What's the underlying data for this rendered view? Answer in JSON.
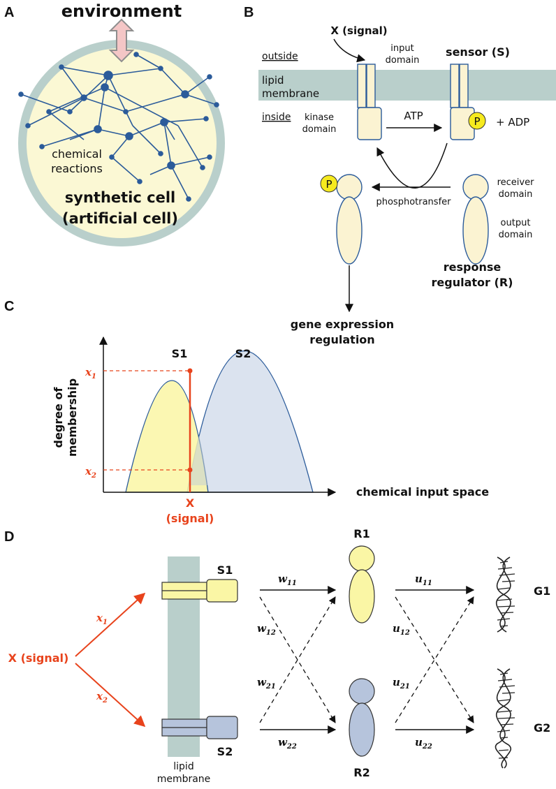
{
  "panel_labels": {
    "a": "A",
    "b": "B",
    "c": "C",
    "d": "D"
  },
  "panel_a": {
    "environment": "environment",
    "chemical_reactions": [
      "chemical",
      "reactions"
    ],
    "cell_title": [
      "synthetic cell",
      "(artificial cell)"
    ]
  },
  "panel_b": {
    "signal": "X (signal)",
    "outside": "outside",
    "inside": "inside",
    "lipid_membrane": [
      "lipid",
      "membrane"
    ],
    "input_domain": [
      "input",
      "domain"
    ],
    "kinase_domain": [
      "kinase",
      "domain"
    ],
    "sensor": "sensor (S)",
    "atp": "ATP",
    "adp": "+ ADP",
    "phospho": "P",
    "phosphotransfer": "phosphotransfer",
    "receiver_domain": [
      "receiver",
      "domain"
    ],
    "output_domain": [
      "output",
      "domain"
    ],
    "response_regulator": [
      "response",
      "regulator (R)"
    ],
    "gene_expression": [
      "gene expression",
      "regulation"
    ]
  },
  "panel_c": {
    "ylabel": [
      "degree of",
      "membership"
    ],
    "xlabel": "chemical input space",
    "s1": "S1",
    "s2": "S2",
    "x1": "x",
    "x1_sub": "1",
    "x2": "x",
    "x2_sub": "2",
    "signal": [
      "X",
      "(signal)"
    ]
  },
  "panel_d": {
    "signal": "X (signal)",
    "x1": "x",
    "x1_sub": "1",
    "x2": "x",
    "x2_sub": "2",
    "s1": "S1",
    "s2": "S2",
    "r1": "R1",
    "r2": "R2",
    "g1": "G1",
    "g2": "G2",
    "lipid_membrane": [
      "lipid",
      "membrane"
    ],
    "w11": "11",
    "w12": "12",
    "w21": "21",
    "w22": "22",
    "u11": "11",
    "u12": "12",
    "u21": "21",
    "u22": "22",
    "w": "w",
    "u": "u"
  },
  "colors": {
    "membrane": "#b9cfcb",
    "cell_fill": "#fbf8d4",
    "network": "#2b5b9a",
    "protein": "#fbf3d2",
    "yellow": "#faf6a5",
    "phospho": "#f6ea1e",
    "blue": "#b6c4dc",
    "red": "#e8431c"
  }
}
